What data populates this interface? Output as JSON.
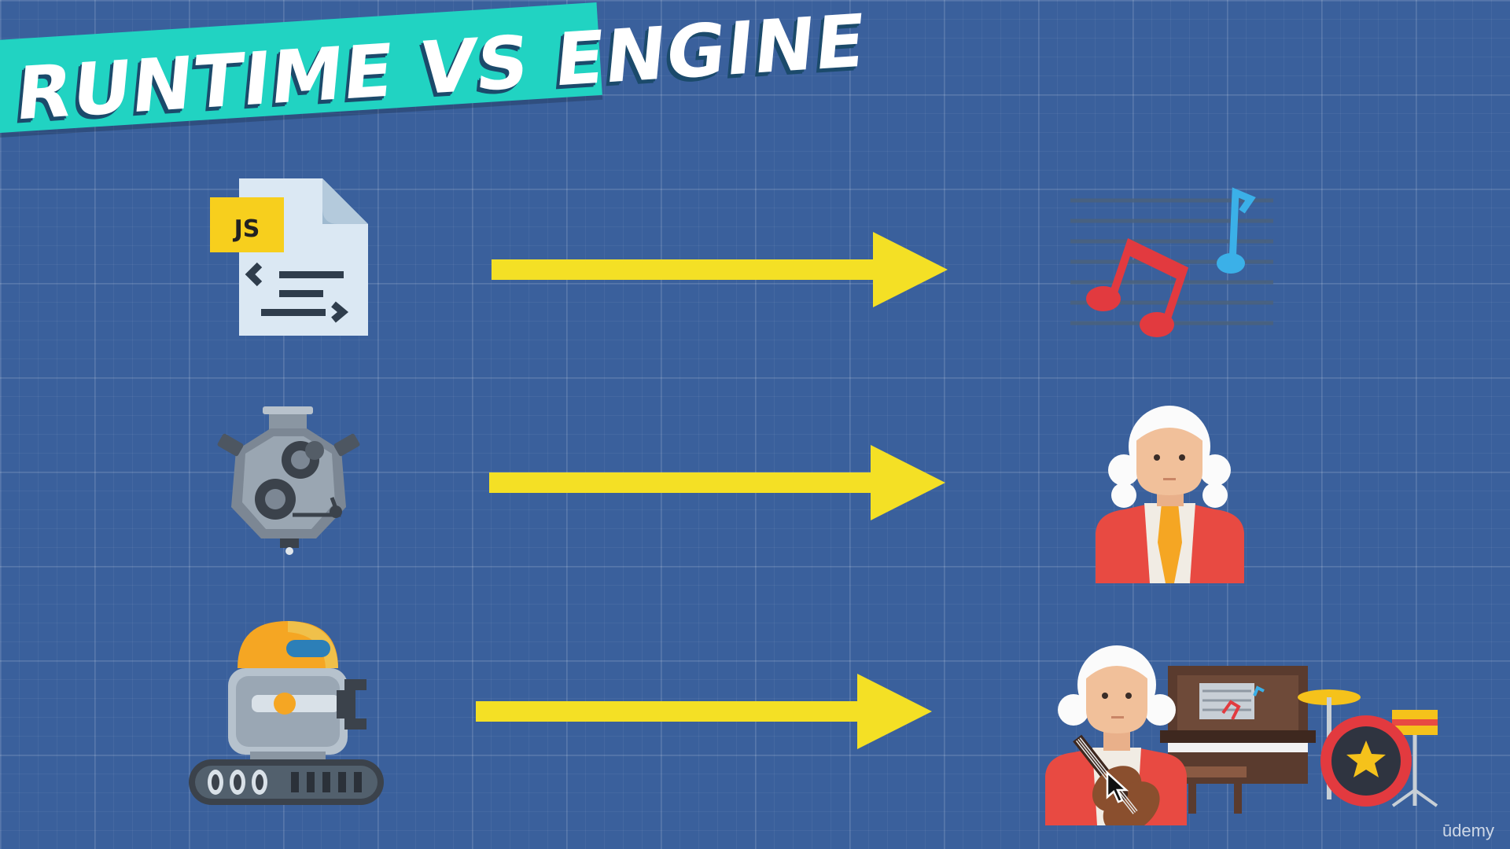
{
  "slide": {
    "title": "RUNTIME VS ENGINE",
    "watermark": "ūdemy"
  },
  "icons": {
    "js_file_badge": "JS",
    "left_column": [
      "js-file-icon",
      "engine-icon",
      "robot-icon"
    ],
    "right_column": [
      "music-notes-icon",
      "composer-icon",
      "composer-with-instruments-icon"
    ]
  },
  "colors": {
    "background": "#3a609c",
    "banner": "#21d3c2",
    "arrow": "#f4e025"
  }
}
